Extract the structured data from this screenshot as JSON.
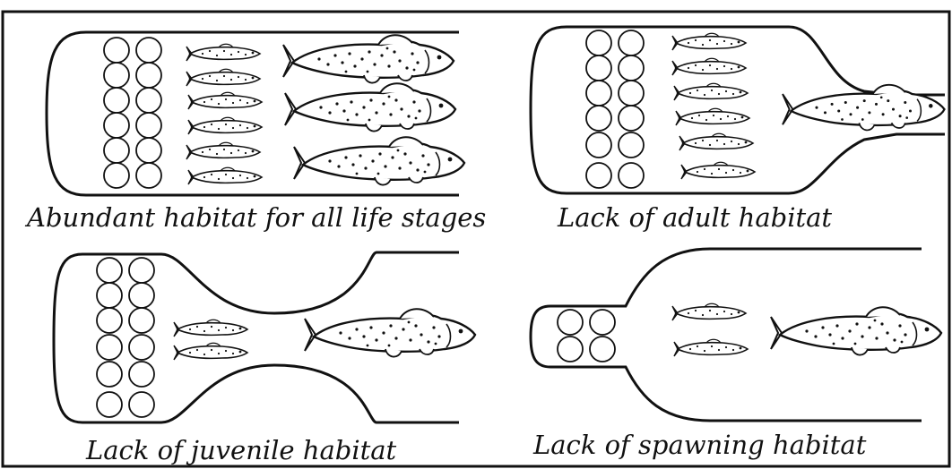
{
  "panels": [
    {
      "caption": "Abundant habitat for all life stages",
      "eggs": 12,
      "juveniles": 6,
      "adults": 3
    },
    {
      "caption": "Lack of adult habitat",
      "eggs": 12,
      "juveniles": 6,
      "adults": 1
    },
    {
      "caption": "Lack of juvenile habitat",
      "eggs": 12,
      "juveniles": 2,
      "adults": 1
    },
    {
      "caption": "Lack of spawning habitat",
      "eggs": 4,
      "juveniles": 2,
      "adults": 1
    }
  ]
}
